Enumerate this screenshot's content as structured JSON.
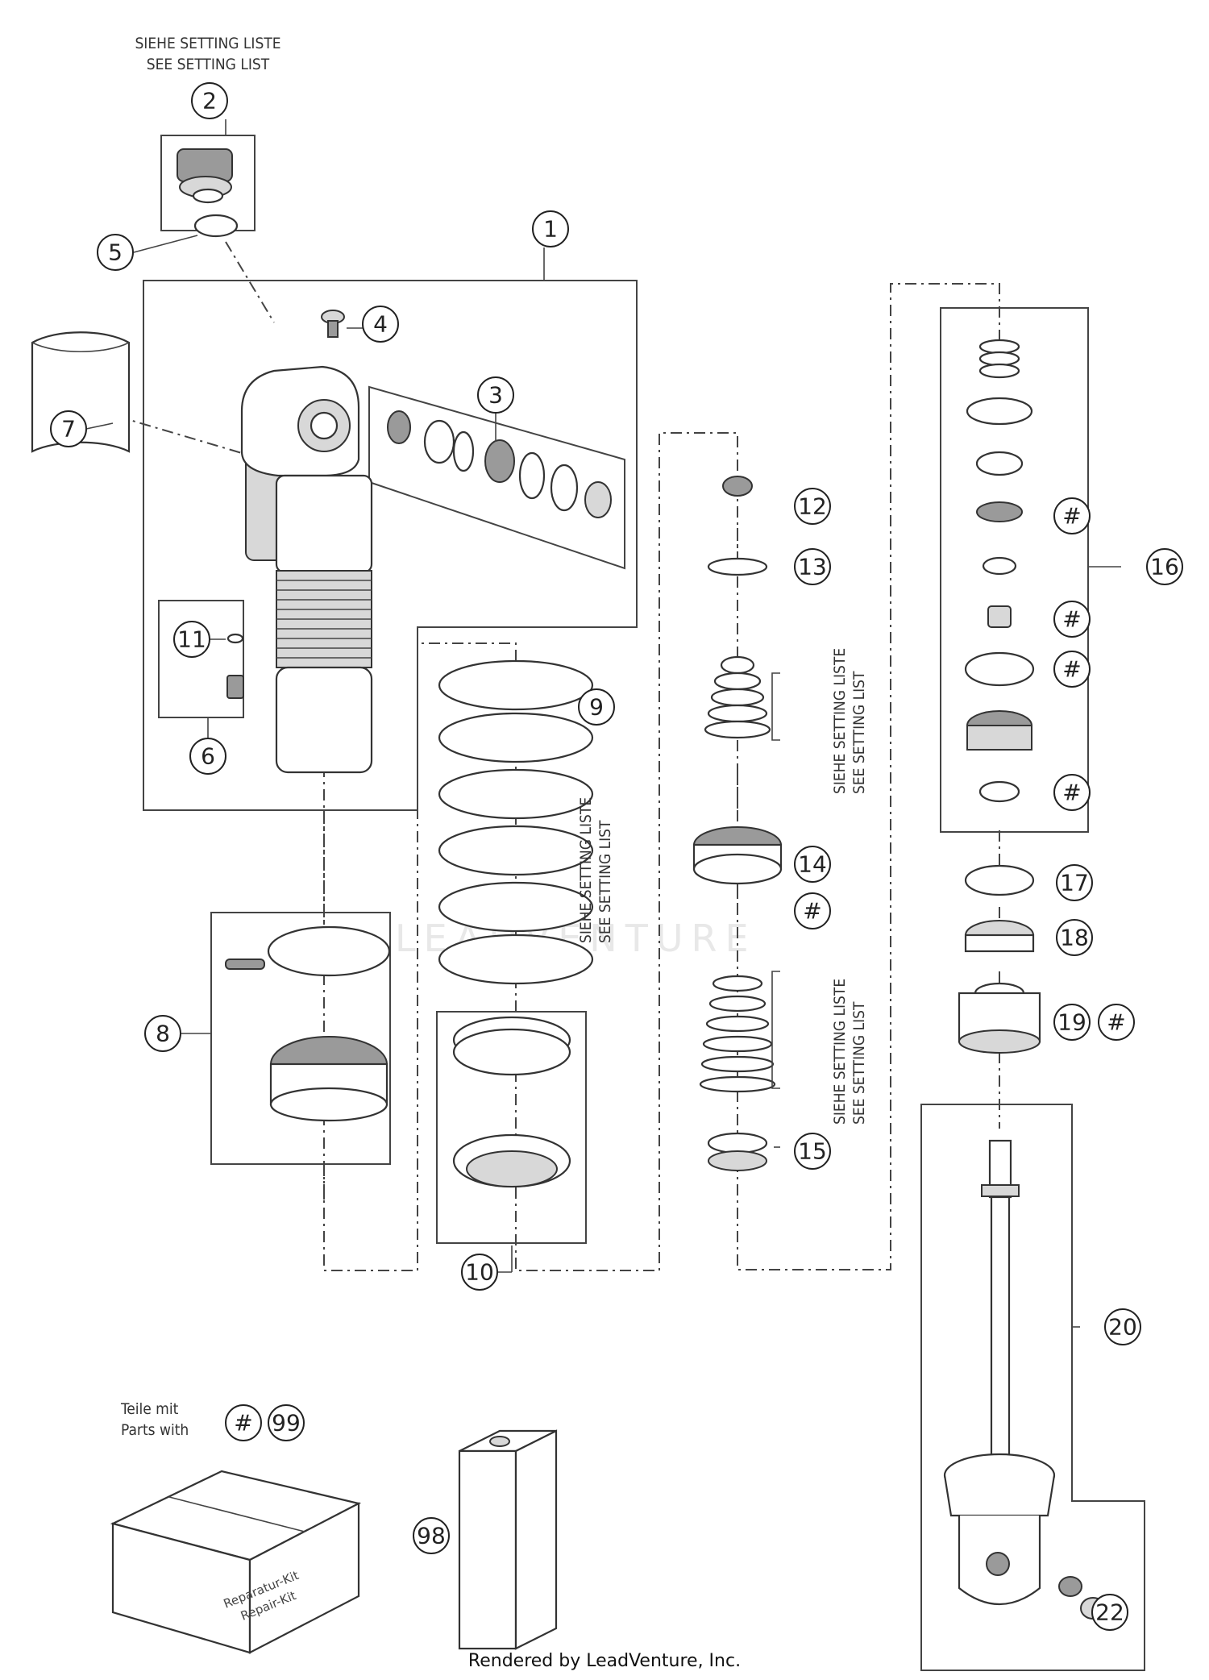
{
  "notes": {
    "setting_de": "SIEHE SETTING LISTE",
    "setting_en": "SEE SETTING LIST",
    "parts_with_de": "Teile mit",
    "parts_with_en": "Parts with",
    "repair_kit_de": "Reparatur-Kit",
    "repair_kit_en": "Repair-Kit"
  },
  "callouts": {
    "c1": "1",
    "c2": "2",
    "c3": "3",
    "c4": "4",
    "c5": "5",
    "c6": "6",
    "c7": "7",
    "c8": "8",
    "c9": "9",
    "c10": "10",
    "c11": "11",
    "c12": "12",
    "c13": "13",
    "c14": "14",
    "c15": "15",
    "c16": "16",
    "c17": "17",
    "c18": "18",
    "c19": "19",
    "c20": "20",
    "c22": "22",
    "c98": "98",
    "c99": "99",
    "hash": "#"
  },
  "footer": "Rendered by LeadVenture, Inc."
}
